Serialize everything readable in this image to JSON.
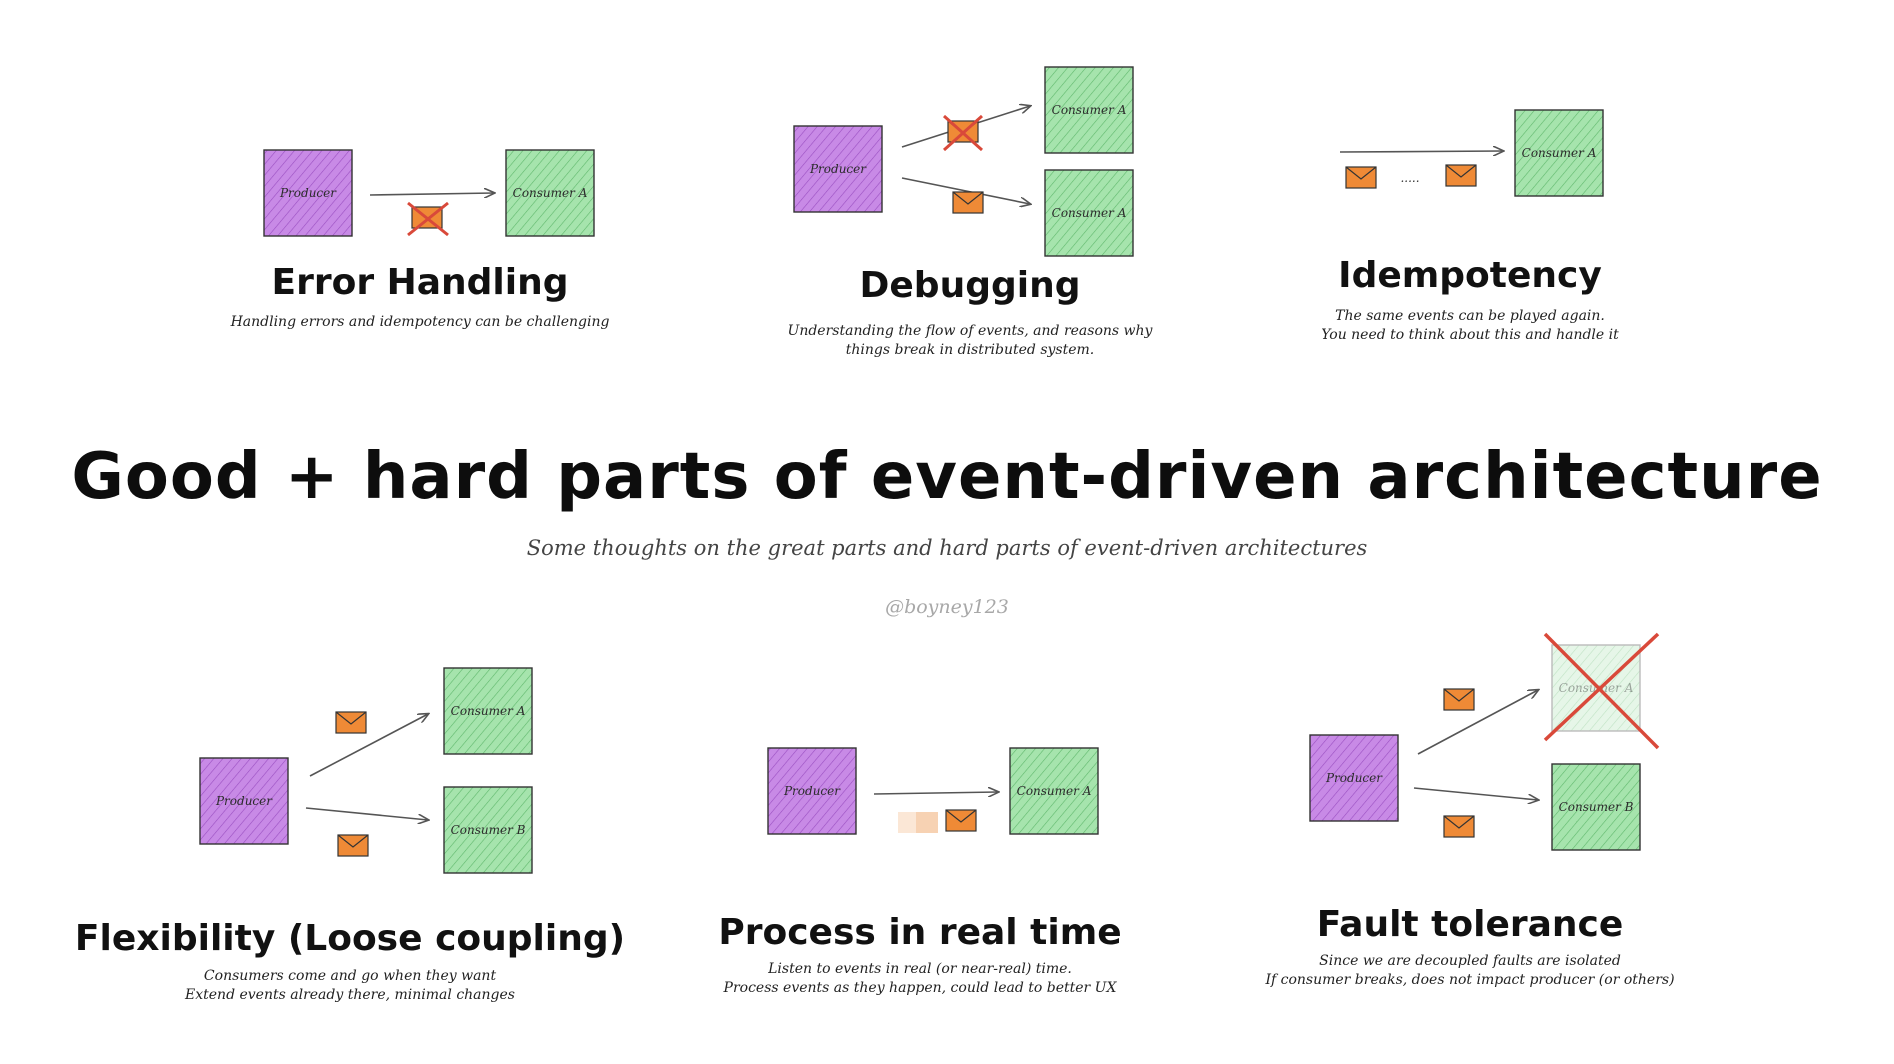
{
  "title": "Good + hard parts of event-driven architecture",
  "subtitle": "Some thoughts on the great parts and hard parts of event-driven architectures",
  "handle": "@boyney123",
  "colors": {
    "producer": "#c88ae6",
    "consumer": "#9fe0a8",
    "envelope": "#ef8a36",
    "failure": "#d9493a",
    "arrow": "#555555"
  },
  "labels": {
    "producer": "Producer",
    "consumer_a": "Consumer A",
    "consumer_b": "Consumer B",
    "dots": "....."
  },
  "sections": {
    "error_handling": {
      "title": "Error Handling",
      "desc": [
        "Handling errors and idempotency can be challenging"
      ]
    },
    "debugging": {
      "title": "Debugging",
      "desc": [
        "Understanding the flow of events, and reasons why",
        "things break in distributed system."
      ]
    },
    "idempotency": {
      "title": "Idempotency",
      "desc": [
        "The same events can be played again.",
        "You need to think about this and handle it"
      ]
    },
    "flexibility": {
      "title": "Flexibility (Loose coupling)",
      "desc": [
        "Consumers come and go when they want",
        "Extend events already there, minimal changes"
      ]
    },
    "realtime": {
      "title": "Process in real time",
      "desc": [
        "Listen to events in real (or near-real) time.",
        "Process events as they happen, could lead to better UX"
      ]
    },
    "fault_tolerance": {
      "title": "Fault tolerance",
      "desc": [
        "Since we are decoupled faults are isolated",
        "If consumer breaks, does not impact producer (or others)"
      ]
    }
  }
}
